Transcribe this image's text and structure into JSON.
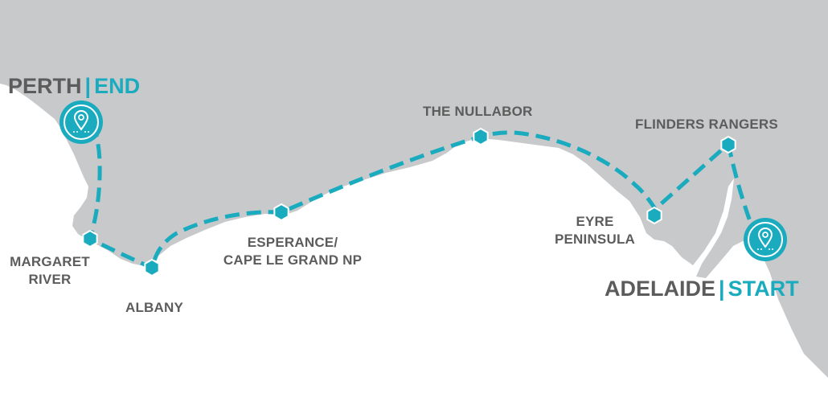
{
  "colors": {
    "land": "#c8c9cb",
    "ocean": "#ffffff",
    "route": "#1aabbf",
    "text": "#5c5c5c",
    "accent": "#1aabbf"
  },
  "endpoints": {
    "end": {
      "city": "PERTH",
      "separator": "|",
      "role": "END",
      "icon": "map-pin-icon"
    },
    "start": {
      "city": "ADELAIDE",
      "separator": "|",
      "role": "START",
      "icon": "map-pin-icon"
    }
  },
  "stops": [
    {
      "id": "margaret-river",
      "line1": "MARGARET",
      "line2": "RIVER"
    },
    {
      "id": "albany",
      "line1": "ALBANY"
    },
    {
      "id": "esperance",
      "line1": "ESPERANCE/",
      "line2": "CAPE LE GRAND NP"
    },
    {
      "id": "nullabor",
      "line1": "THE NULLABOR"
    },
    {
      "id": "eyre",
      "line1": "EYRE",
      "line2": "PENINSULA"
    },
    {
      "id": "flinders",
      "line1": "FLINDERS RANGERS"
    }
  ]
}
